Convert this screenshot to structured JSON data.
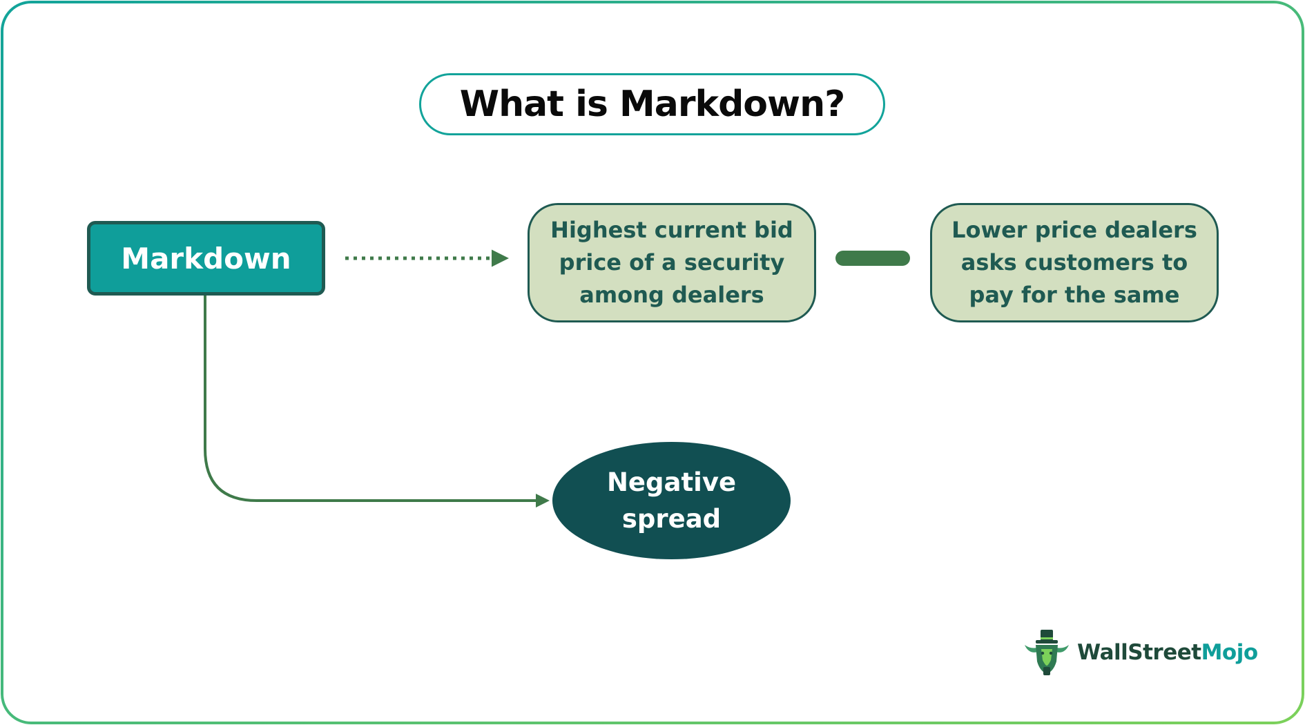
{
  "title": "What is Markdown?",
  "root_node": "Markdown",
  "info_left": {
    "lines": [
      "Highest current bid",
      "price of a security",
      "among dealers"
    ]
  },
  "info_right": {
    "lines": [
      "Lower price dealers",
      "asks customers to",
      "pay for the same"
    ]
  },
  "result_node": {
    "lines": [
      "Negative",
      "spread"
    ]
  },
  "logo": {
    "part1": "WallStreet",
    "part2": "Mojo"
  },
  "colors": {
    "frame_gradient_start": "#12a39a",
    "frame_gradient_end": "#7cd15a",
    "root_fill": "#0f9e9a",
    "info_fill": "#d3dfc0",
    "info_text": "#1f5a52",
    "connector": "#3f7a4a",
    "oval_fill": "#114f52"
  }
}
